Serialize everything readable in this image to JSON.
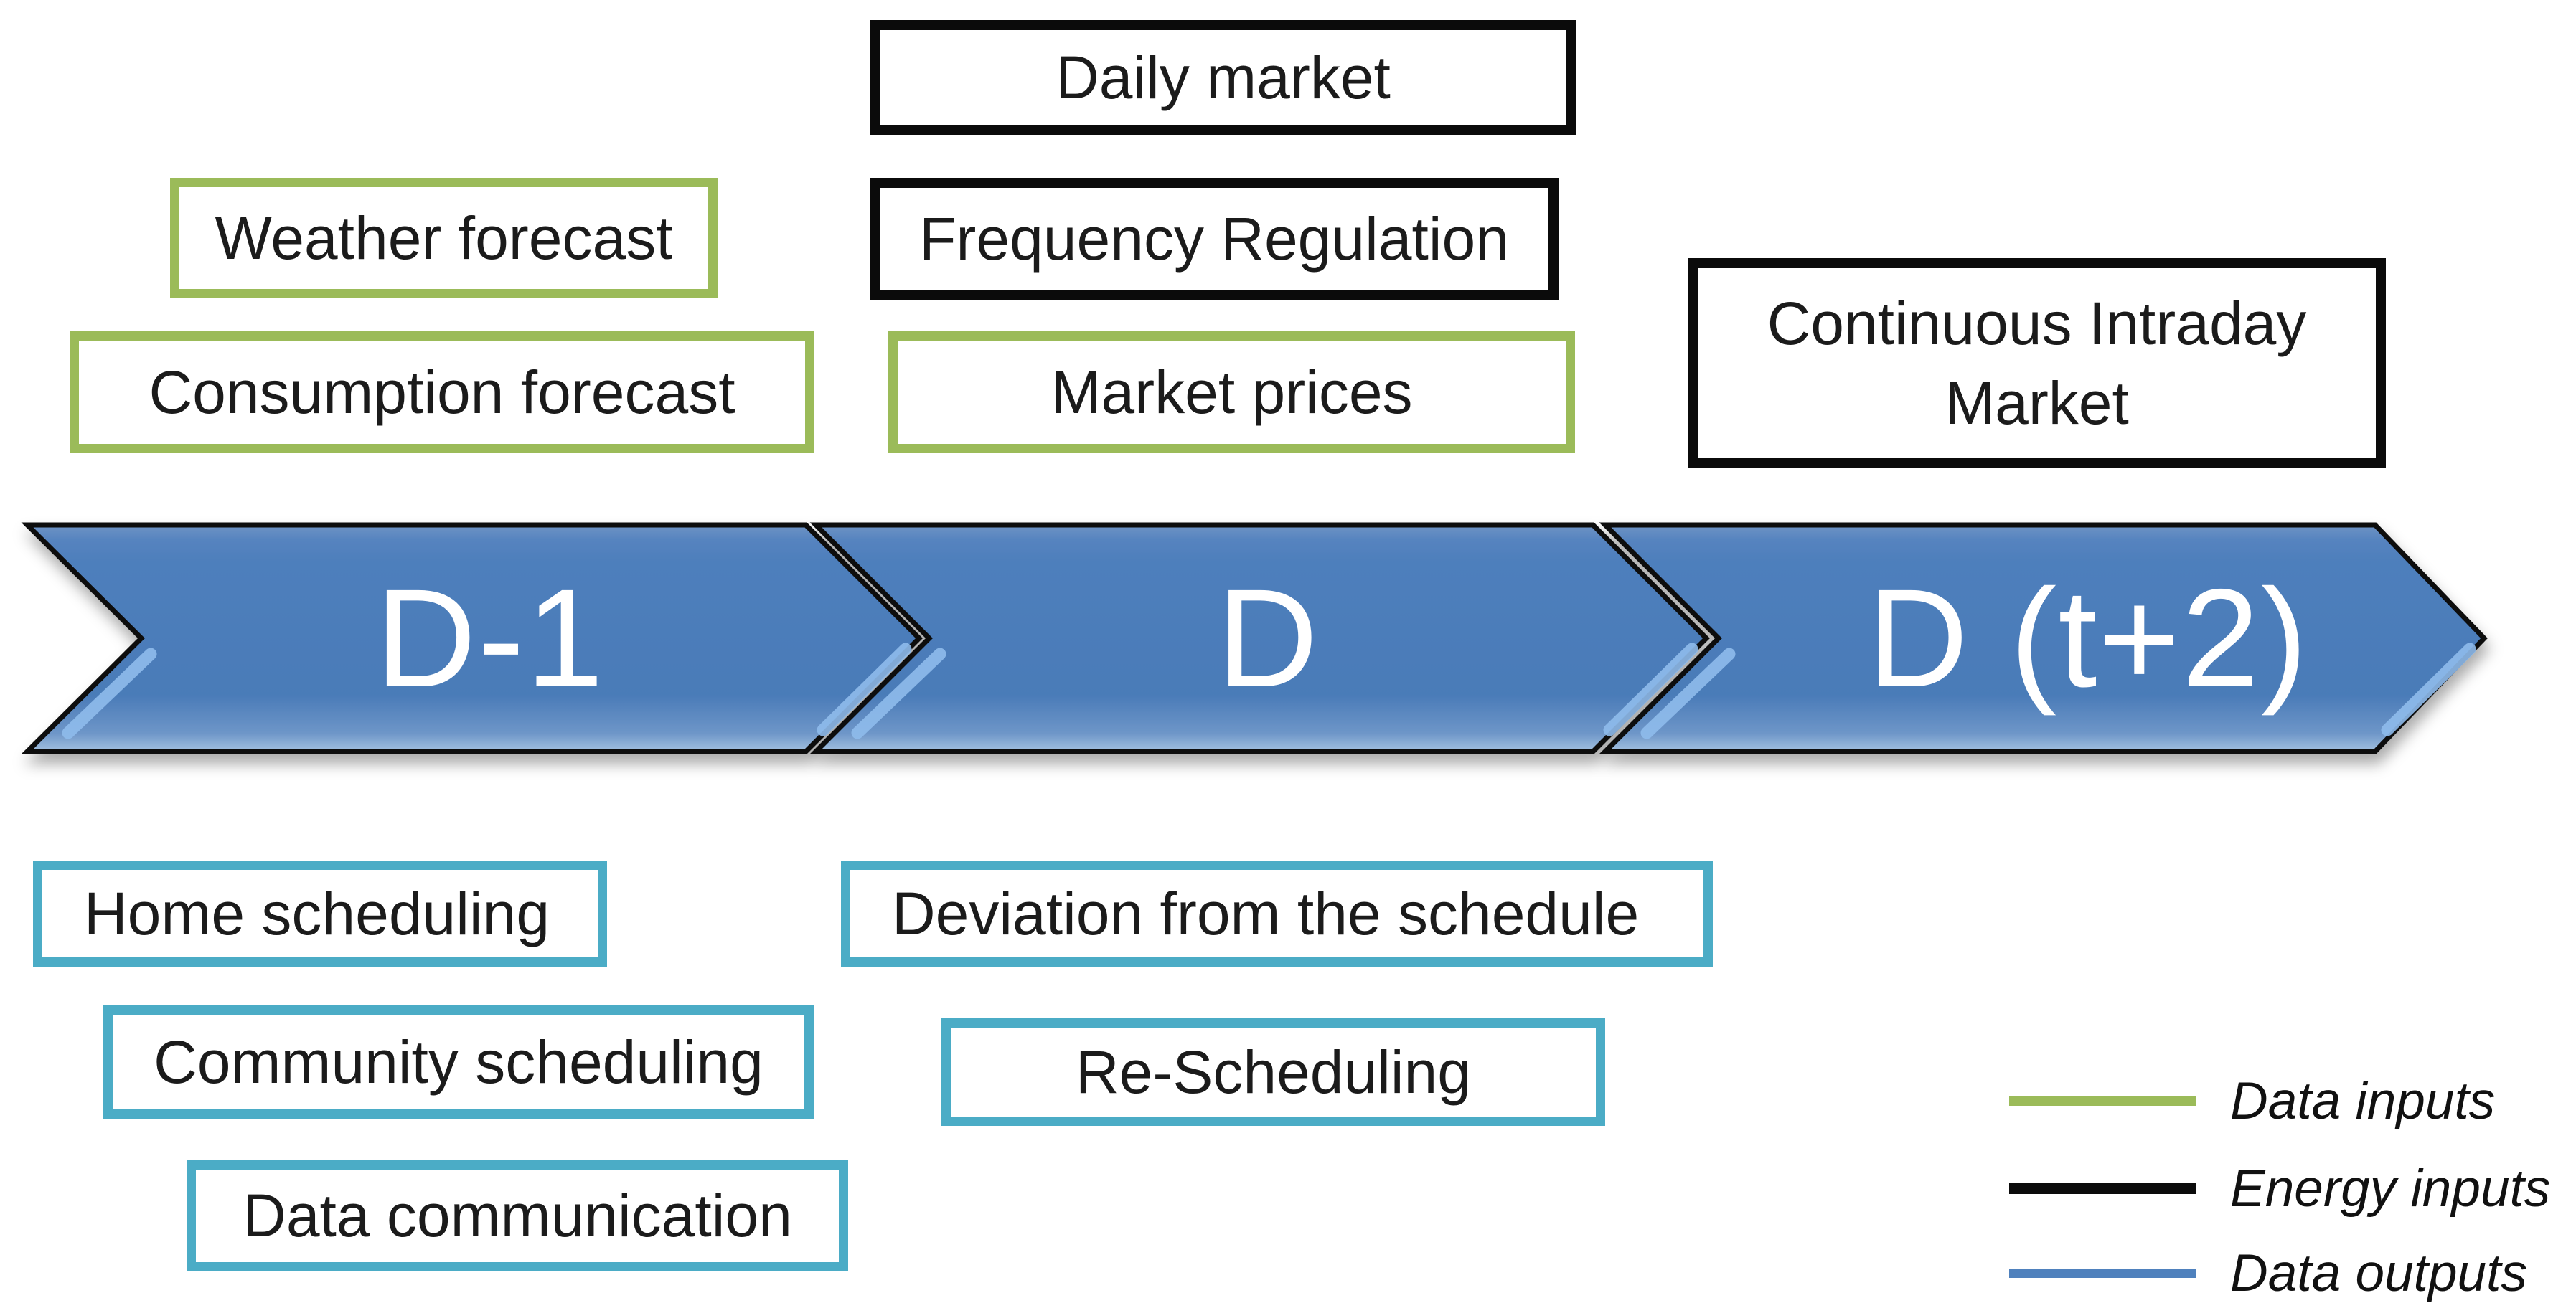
{
  "stages": {
    "past": "D-1",
    "present": "D",
    "future": "D (t+2)"
  },
  "top_boxes": {
    "daily_market": "Daily market",
    "weather_forecast": "Weather forecast",
    "frequency_regulation": "Frequency Regulation",
    "consumption_forecast": "Consumption forecast",
    "market_prices": "Market prices",
    "continuous_intraday_market": "Continuous Intraday Market"
  },
  "bottom_boxes": {
    "home_scheduling": "Home scheduling",
    "deviation_from_schedule": "Deviation from the schedule",
    "community_scheduling": "Community scheduling",
    "re_scheduling": "Re-Scheduling",
    "data_communication": "Data communication"
  },
  "legend": {
    "items": [
      {
        "label": "Data inputs",
        "color": "#9bbb59"
      },
      {
        "label": "Energy inputs",
        "color": "#0b0b0b"
      },
      {
        "label": "Data outputs",
        "color": "#4f81bd"
      }
    ]
  },
  "colors": {
    "data_inputs_border": "#9bbb59",
    "energy_inputs_border": "#0b0b0b",
    "data_outputs_box_border": "#4bacc6",
    "timeline_arrow_fill": "#4f81bd"
  }
}
